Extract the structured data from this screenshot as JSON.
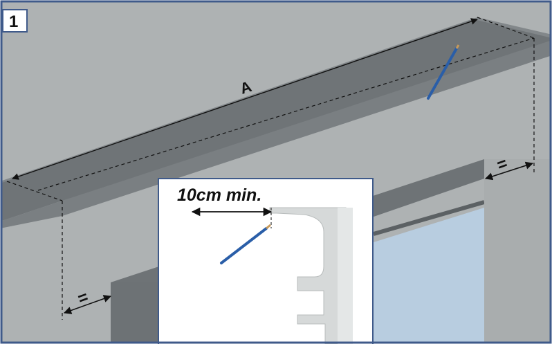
{
  "step_number": "1",
  "labels": {
    "rail_length": "A",
    "equal_left": "=",
    "equal_right": "=",
    "min_distance": "10cm min."
  },
  "colors": {
    "frame": "#3f5a8a",
    "wall": "#aeb2b3",
    "wall_upper": "#a9adae",
    "ceiling_beam": "#72777a",
    "recess": "#6d7275",
    "window_glass": "#b8cde0",
    "inset_background": "#ffffff",
    "bracket": "#d6d9d9",
    "pencil": "#2a5ea8",
    "dimension_line": "#111111"
  },
  "icons": [
    "pencil-icon",
    "bracket-profile-icon",
    "double-arrow-icon"
  ]
}
